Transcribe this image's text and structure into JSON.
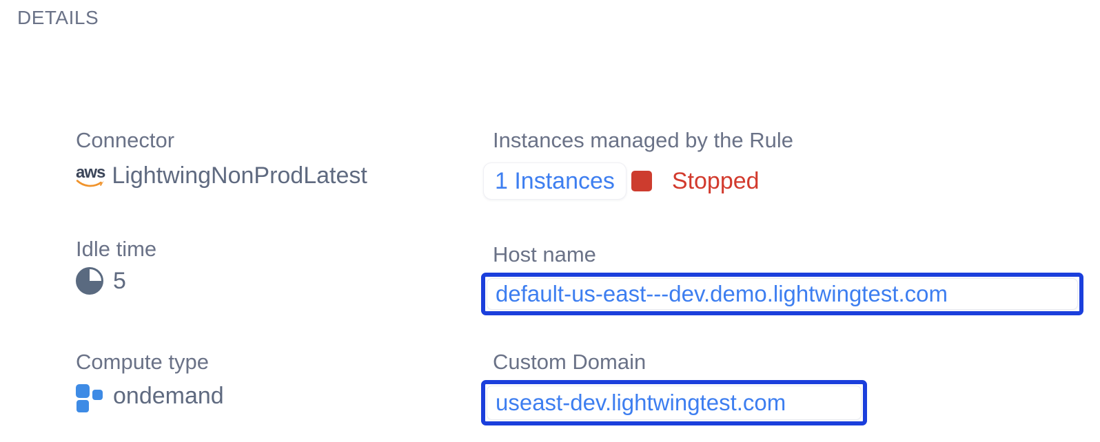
{
  "section": {
    "title": "DETAILS"
  },
  "colors": {
    "label_gray": "#6A7287",
    "value_gray": "#5F6A80",
    "link_blue": "#3D7EF0",
    "highlight_border_blue": "#1B3FDC",
    "status_red": "#D23A2D",
    "status_square_red": "#CD3C2E",
    "compute_icon_blue": "#3E8BE5",
    "pie_icon_slate": "#5A6A80",
    "aws_orange": "#F0932B",
    "aws_dark": "#3B4559"
  },
  "icons": {
    "connector": "aws-icon",
    "idle_time": "pie-chart-icon",
    "compute_type": "squares-icon",
    "instances_status": "stopped-square-icon"
  },
  "details": {
    "connector": {
      "label": "Connector",
      "icon_text": "aws",
      "value": "LightwingNonProdLatest"
    },
    "instances": {
      "label": "Instances managed by the Rule",
      "link_text": "1 Instances",
      "status": "Stopped"
    },
    "idle_time": {
      "label": "Idle time",
      "value": "5"
    },
    "host_name": {
      "label": "Host name",
      "value": "default-us-east---dev.demo.lightwingtest.com"
    },
    "compute_type": {
      "label": "Compute type",
      "value": "ondemand"
    },
    "custom_domain": {
      "label": "Custom Domain",
      "value": "useast-dev.lightwingtest.com"
    }
  }
}
